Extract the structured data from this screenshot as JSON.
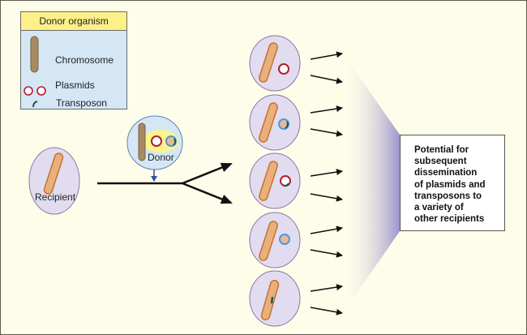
{
  "legend": {
    "title": "Donor organism",
    "items": [
      {
        "icon": "chromosome-icon",
        "label": "Chromosome"
      },
      {
        "icon": "plasmid-icon",
        "label": "Plasmids"
      },
      {
        "icon": "transposon-icon",
        "label": "Transposon"
      }
    ]
  },
  "labels": {
    "recipient": "Recipient",
    "donor": "Donor"
  },
  "result_cells": [
    {
      "contents": "plasmid"
    },
    {
      "contents": "plasmid-with-transposon-blue"
    },
    {
      "contents": "plasmid-with-transposon"
    },
    {
      "contents": "plasmid-blue"
    },
    {
      "contents": "transposon-in-chromosome"
    }
  ],
  "outcome": {
    "lines": [
      "Potential for",
      "subsequent",
      "dissemination",
      "of plasmids and",
      "transposons to",
      "a variety of",
      "other recipients"
    ]
  },
  "colors": {
    "background": "#fefde9",
    "cell_fill": "#e2dcf0",
    "cell_stroke": "#8a74a8",
    "chromosome_recipient": "#e8b07a",
    "chromosome_donor": "#a88a62",
    "plasmid_red": "#b01e2e",
    "plasmid_blue": "#4a9ad8",
    "transposon": "#1e5a46",
    "fan_gradient": "#9c94cc"
  }
}
